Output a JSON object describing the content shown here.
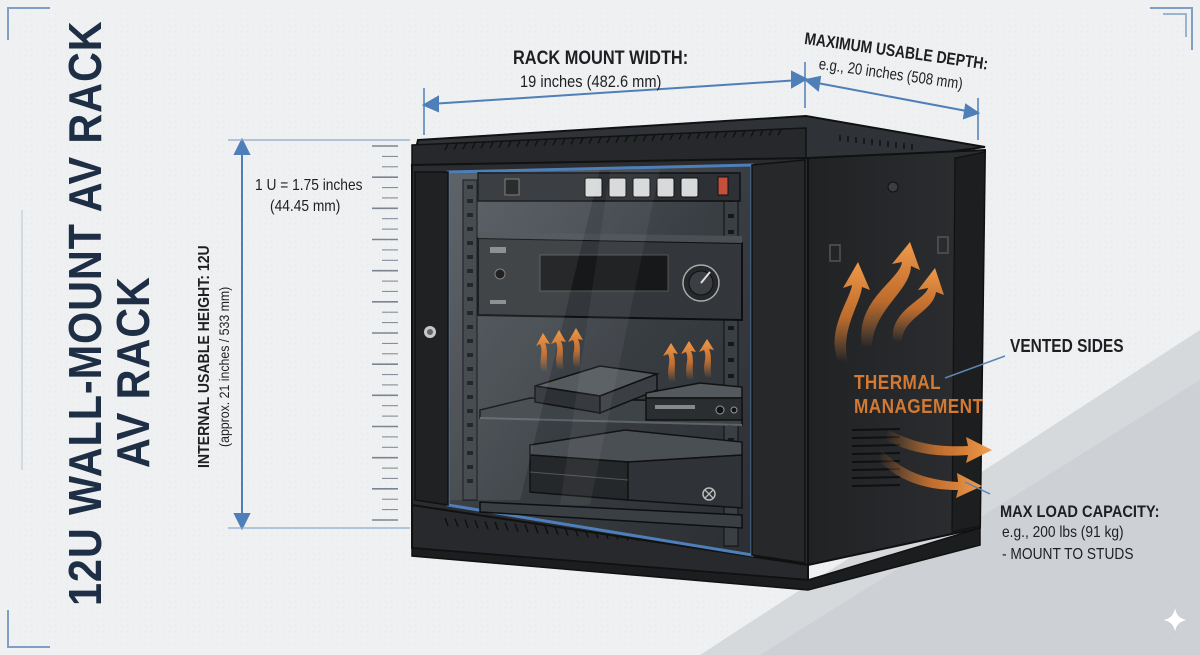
{
  "title": {
    "line1": "12U WALL-MOUNT AV RACK",
    "line2": "AV RACK"
  },
  "dimensions": {
    "width_label": "RACK MOUNT WIDTH:",
    "width_value": "19 inches (482.6 mm)",
    "depth_label": "MAXIMUM USABLE DEPTH:",
    "depth_value": "e.g., 20 inches (508 mm)",
    "height_label": "INTERNAL USABLE HEIGHT: 12U",
    "height_value": "(approx. 21 inches / 533 mm)",
    "unit_line1": "1 U = 1.75 inches",
    "unit_line2": "(44.45 mm)"
  },
  "callouts": {
    "vented": "VENTED SIDES",
    "thermal_line1": "THERMAL",
    "thermal_line2": "MANAGEMENT",
    "load_line1": "MAX LOAD CAPACITY:",
    "load_line2": "e.g., 200 lbs (91 kg)",
    "load_line3": "- MOUNT TO STUDS"
  },
  "colors": {
    "title": "#1e2f45",
    "accent_blue": "#4f7fb8",
    "rack_body": "#232527",
    "heat_orange": "#e0853a"
  }
}
